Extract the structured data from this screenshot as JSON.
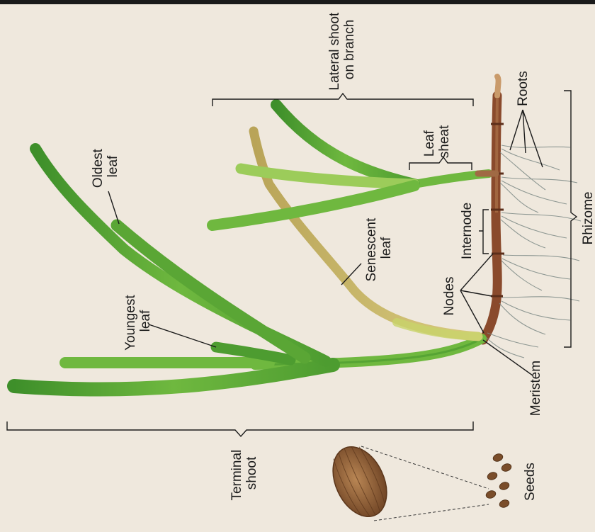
{
  "labels": {
    "lateral_shoot": [
      "Lateral shoot",
      "on branch"
    ],
    "roots": "Roots",
    "leaf_sheath": [
      "Leaf",
      "sheat"
    ],
    "oldest_leaf": [
      "Oldest",
      "leaf"
    ],
    "rhizome": "Rhizome",
    "internode": "Internode",
    "senescent_leaf": [
      "Senescent",
      "leaf"
    ],
    "nodes": "Nodes",
    "youngest_leaf": [
      "Youngest",
      "leaf"
    ],
    "meristem": "Meristem",
    "terminal_shoot": [
      "Terminal",
      "shoot"
    ],
    "seeds": "Seeds"
  },
  "colors": {
    "background": "#efe8dd",
    "frame": "#1a1a1a",
    "leaf_green": "#5aa635",
    "leaf_light": "#9ccc5a",
    "senescent": "#c9b86a",
    "rhizome": "#8a4a2c",
    "root": "#7d8a86",
    "seed": "#8b5a33",
    "ink": "#1b1b1b"
  }
}
